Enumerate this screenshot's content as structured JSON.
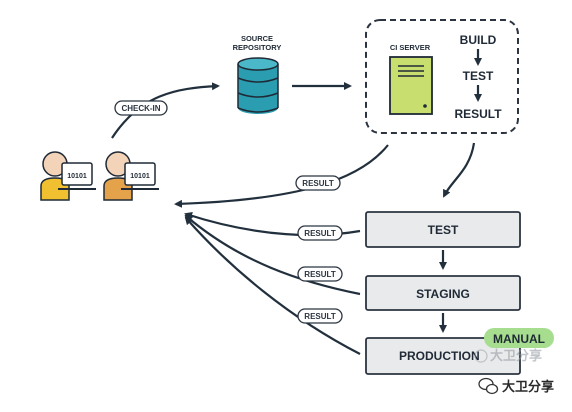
{
  "source_repository": {
    "line1": "SOURCE",
    "line2": "REPOSITORY"
  },
  "check_in_label": "CHECK-IN",
  "ci_server": {
    "title": "CI SERVER",
    "steps": [
      "BUILD",
      "TEST",
      "RESULT"
    ]
  },
  "developers": [
    {
      "screen_text": "10101"
    },
    {
      "screen_text": "10101"
    }
  ],
  "result_label": "RESULT",
  "pipeline_stages": [
    "TEST",
    "STAGING",
    "PRODUCTION"
  ],
  "manual_badge": "MANUAL",
  "watermark": {
    "overlay": "大卫分享",
    "footer": "大卫分享"
  },
  "colors": {
    "repo_teal": "#2a9db0",
    "server_green": "#c8de6e",
    "manual_green": "#a6dd8e",
    "stage_fill": "#e9eaeb",
    "skin": "#f4d4b8",
    "shirt_yellow": "#f0c030",
    "shirt_orange": "#e4a24a",
    "text_dark": "#1f2a36"
  }
}
